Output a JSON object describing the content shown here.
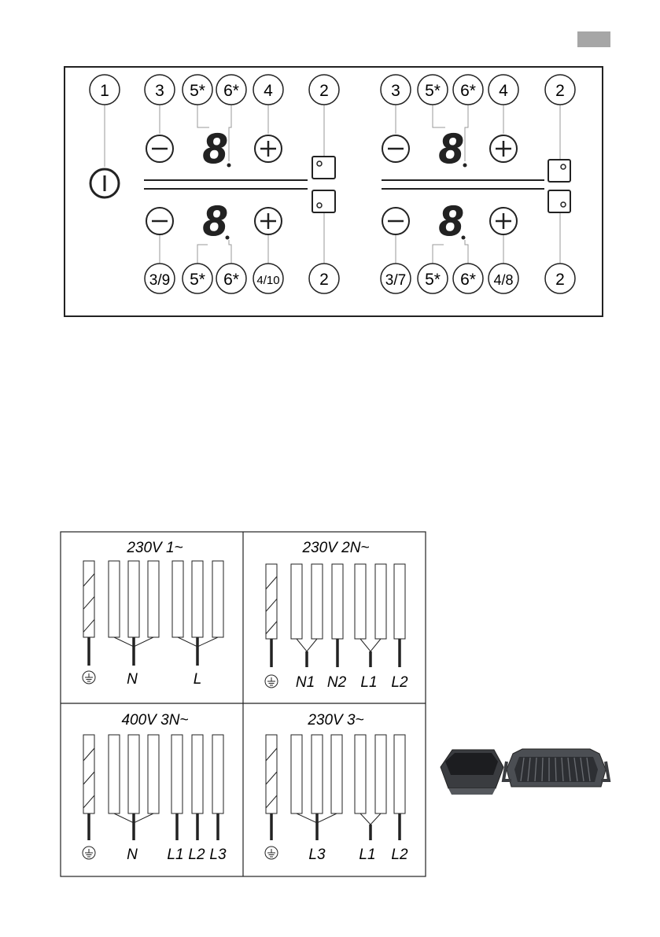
{
  "page_tab_color": "#a6a6a6",
  "control_panel": {
    "power_callout": "1",
    "left": {
      "top": {
        "minus": "3",
        "digit_left": "5*",
        "digit_right": "6*",
        "plus": "4",
        "select": "2"
      },
      "bottom": {
        "minus": "3/9",
        "digit_left": "5*",
        "digit_right": "6*",
        "plus": "4/10",
        "select": "2"
      }
    },
    "right": {
      "top": {
        "minus": "3",
        "digit_left": "5*",
        "digit_right": "6*",
        "plus": "4",
        "select": "2"
      },
      "bottom": {
        "minus": "3/7",
        "digit_left": "5*",
        "digit_right": "6*",
        "plus": "4/8",
        "select": "2"
      }
    },
    "display_digit": "8"
  },
  "wiring": {
    "cells": [
      {
        "title": "230V 1~",
        "labels": [
          "N",
          "L"
        ]
      },
      {
        "title": "230V 2N~",
        "labels": [
          "N1",
          "N2",
          "L1",
          "L2"
        ]
      },
      {
        "title": "400V 3N~",
        "labels": [
          "N",
          "L1",
          "L2",
          "L3"
        ]
      },
      {
        "title": "230V 3~",
        "labels": [
          "L3",
          "L1",
          "L2"
        ]
      }
    ]
  },
  "accessories": [
    "roasting-dish-icon",
    "grill-plate-icon"
  ]
}
